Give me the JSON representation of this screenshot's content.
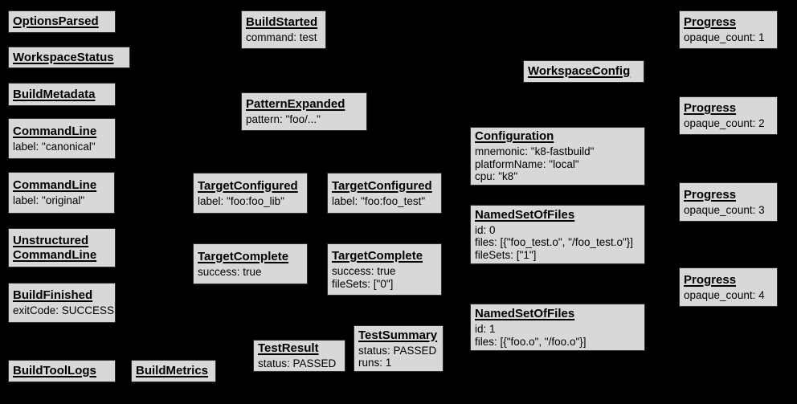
{
  "diagram": {
    "colors": {
      "background": "#000000",
      "node_fill": "#d8d8d8",
      "node_border": "#2e2e2e",
      "text": "#000000"
    },
    "nodes": [
      {
        "id": "options-parsed",
        "title": "OptionsParsed",
        "body": ""
      },
      {
        "id": "workspace-status",
        "title": "WorkspaceStatus",
        "body": ""
      },
      {
        "id": "build-metadata",
        "title": "BuildMetadata",
        "body": ""
      },
      {
        "id": "command-line-canonical",
        "title": "CommandLine",
        "body": "label: \"canonical\""
      },
      {
        "id": "command-line-original",
        "title": "CommandLine",
        "body": "label: \"original\""
      },
      {
        "id": "unstructured-command-line",
        "title": "Unstructured\nCommandLine",
        "body": ""
      },
      {
        "id": "build-finished",
        "title": "BuildFinished",
        "body": "exitCode: SUCCESS"
      },
      {
        "id": "build-tool-logs",
        "title": "BuildToolLogs",
        "body": ""
      },
      {
        "id": "build-metrics",
        "title": "BuildMetrics",
        "body": ""
      },
      {
        "id": "build-started",
        "title": "BuildStarted",
        "body": "command: test"
      },
      {
        "id": "pattern-expanded",
        "title": "PatternExpanded",
        "body": "pattern: \"foo/...\""
      },
      {
        "id": "target-configured-foo-lib",
        "title": "TargetConfigured",
        "body": "label: \"foo:foo_lib\""
      },
      {
        "id": "target-configured-foo-test",
        "title": "TargetConfigured",
        "body": "label: \"foo:foo_test\""
      },
      {
        "id": "target-complete-foo-lib",
        "title": "TargetComplete",
        "body": "success: true"
      },
      {
        "id": "target-complete-foo-test",
        "title": "TargetComplete",
        "body": "success: true\nfileSets: [\"0\"]"
      },
      {
        "id": "test-result",
        "title": "TestResult",
        "body": "status: PASSED"
      },
      {
        "id": "test-summary",
        "title": "TestSummary",
        "body": "status: PASSED\nruns: 1"
      },
      {
        "id": "workspace-config",
        "title": "WorkspaceConfig",
        "body": ""
      },
      {
        "id": "configuration",
        "title": "Configuration",
        "body": "mnemonic: \"k8-fastbuild\"\nplatformName: \"local\"\ncpu: \"k8\""
      },
      {
        "id": "named-set-of-files-0",
        "title": "NamedSetOfFiles",
        "body": "id: 0\nfiles: [{\"foo_test.o\", \"/foo_test.o\"}]\nfileSets: [\"1\"]"
      },
      {
        "id": "named-set-of-files-1",
        "title": "NamedSetOfFiles",
        "body": "id: 1\nfiles: [{\"foo.o\", \"/foo.o\"}]"
      },
      {
        "id": "progress-1",
        "title": "Progress",
        "body": "opaque_count: 1"
      },
      {
        "id": "progress-2",
        "title": "Progress",
        "body": "opaque_count: 2"
      },
      {
        "id": "progress-3",
        "title": "Progress",
        "body": "opaque_count: 3"
      },
      {
        "id": "progress-4",
        "title": "Progress",
        "body": "opaque_count: 4"
      }
    ]
  }
}
